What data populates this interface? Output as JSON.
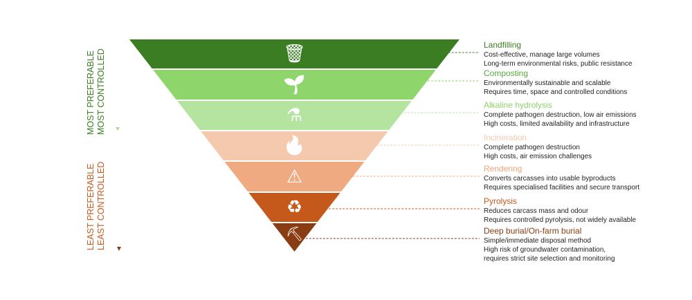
{
  "axis": {
    "top": {
      "line1": "MOST PREFERABLE",
      "line2": "MOST CONTROLLED",
      "color": "#3a7d22"
    },
    "bottom": {
      "line1": "LEAST PREFERABLE",
      "line2": "LEAST CONTROLLED",
      "color": "#c55a1e"
    }
  },
  "layers": [
    {
      "title": "Landfilling",
      "pro": "Cost-effective, manage large volumes",
      "con": "Long-term environmental risks, public resistance",
      "color": "#3b7d23",
      "title_color": "#3b7d23",
      "icon": "trash-icon"
    },
    {
      "title": "Composting",
      "pro": "Environmentally sustainable and scalable",
      "con": "Requires time, space and controlled conditions",
      "color": "#8ed56c",
      "title_color": "#5aa83a",
      "icon": "plant-hand-icon"
    },
    {
      "title": "Alkaline hydrolysis",
      "pro": "Complete pathogen destruction, low air emissions",
      "con": "High costs, limited availability and infrastructure",
      "color": "#b4e4a0",
      "title_color": "#8fd06e",
      "icon": "beaker-icon"
    },
    {
      "title": "Incineration",
      "pro": "Complete pathogen destruction",
      "con": "High costs, air emission challenges",
      "color": "#f5c9ad",
      "title_color": "#f5c9ad",
      "icon": "fire-icon"
    },
    {
      "title": "Rendering",
      "pro": "Converts carcasses into usable byproducts",
      "con": "Requires specialised facilities and secure transport",
      "color": "#f0aa82",
      "title_color": "#eea47a",
      "icon": "thermometer-warning-icon"
    },
    {
      "title": "Pyrolysis",
      "pro": "Reduces carcass mass and odour",
      "con": "Requires controlled pyrolysis, not widely available",
      "color": "#c5591c",
      "title_color": "#c5591c",
      "icon": "recycle-leaf-icon"
    },
    {
      "title": "Deep burial/On-farm burial",
      "pro": "Simple/immediate disposal method",
      "con": "High risk of groundwater contamination,",
      "con2": "requires strict site selection and monitoring",
      "color": "#8a3c12",
      "title_color": "#8a3c12",
      "icon": "shovel-icon"
    }
  ]
}
